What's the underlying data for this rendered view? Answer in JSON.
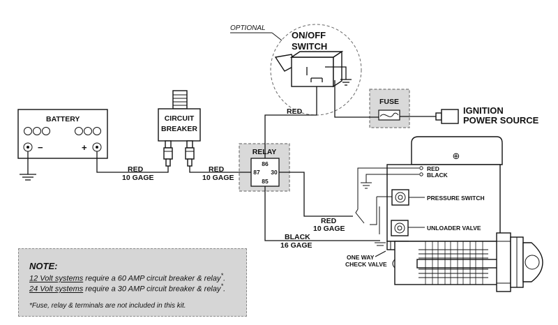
{
  "optional_label": "OPTIONAL",
  "switch": {
    "line1": "ON/OFF",
    "line2": "SWITCH"
  },
  "battery": {
    "label": "BATTERY",
    "neg": "−",
    "pos": "+"
  },
  "breaker": {
    "line1": "CIRCUIT",
    "line2": "BREAKER"
  },
  "relay": {
    "label": "RELAY",
    "t86": "86",
    "t87": "87",
    "t30": "30",
    "t85": "85"
  },
  "fuse": {
    "label": "FUSE"
  },
  "ignition": {
    "line1": "IGNITION",
    "line2": "POWER SOURCE"
  },
  "wires": {
    "w1_color": "RED",
    "w1_gage": "10 GAGE",
    "w2_color": "RED",
    "w2_gage": "10 GAGE",
    "w3_color": "RED",
    "w4_color": "RED",
    "w4_gage": "10 GAGE",
    "w5_color": "BLACK",
    "w5_gage": "16 GAGE"
  },
  "compressor": {
    "red": "RED",
    "black": "BLACK",
    "pressure_switch": "PRESSURE SWITCH",
    "unloader_valve": "UNLOADER VALVE",
    "check_valve_1": "ONE WAY",
    "check_valve_2": "CHECK VALVE",
    "plus": "⊕"
  },
  "note": {
    "title": "NOTE:",
    "line1_u": "12 Volt systems",
    "line1_rest": " require a 60 AMP circuit breaker & relay",
    "line1_mark": "*",
    "line1_end": ".",
    "line2_u": "24 Volt systems",
    "line2_rest": " require a 30 AMP circuit breaker & relay",
    "line2_mark": "*",
    "line2_end": ".",
    "footnote": "*Fuse, relay & terminals are not included in this kit."
  }
}
